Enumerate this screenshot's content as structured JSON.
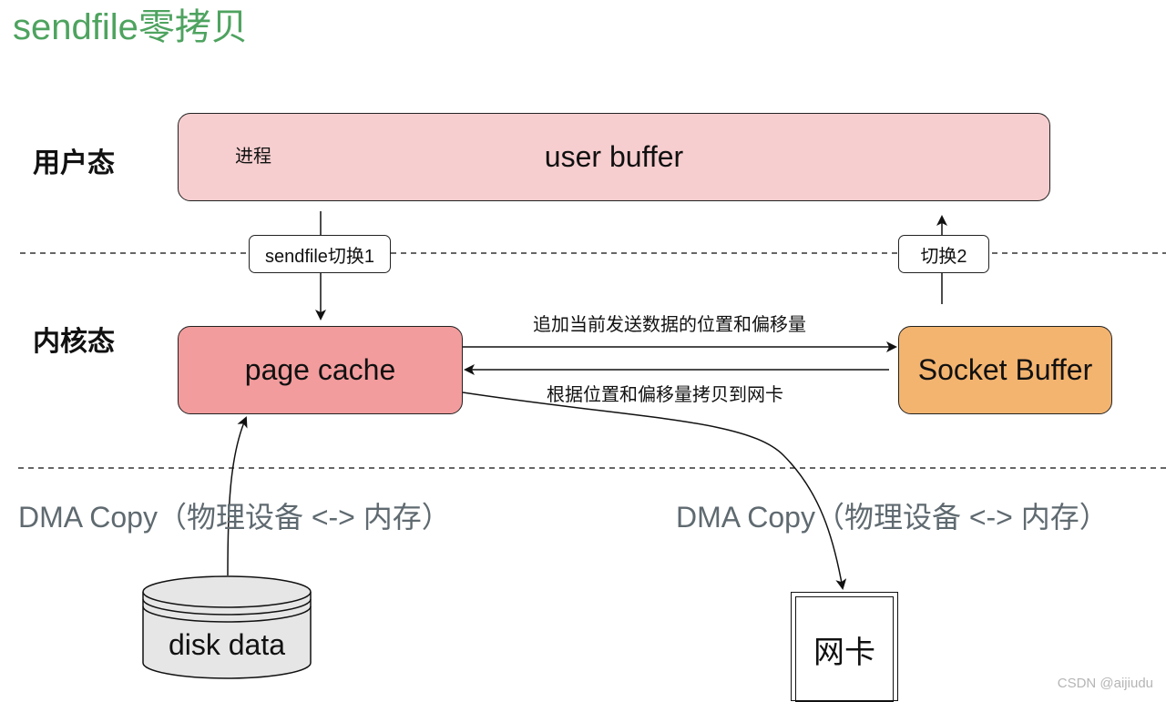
{
  "title": "sendfile零拷贝",
  "zones": {
    "user_mode": "用户态",
    "kernel_mode": "内核态"
  },
  "nodes": {
    "user_buffer": {
      "label": "user buffer",
      "sublabel": "进程",
      "color": "#f7cecf"
    },
    "page_cache": {
      "label": "page cache",
      "color": "#f29c9d"
    },
    "socket_buffer": {
      "label": "Socket Buffer",
      "color": "#f3b470"
    },
    "disk": {
      "label": "disk data",
      "color": "#e6e6e6"
    },
    "nic": {
      "label": "网卡"
    }
  },
  "edges": {
    "switch1": "sendfile切换1",
    "switch2": "切换2",
    "append_offset": "追加当前发送数据的位置和偏移量",
    "copy_to_nic": "根据位置和偏移量拷贝到网卡"
  },
  "dma": {
    "left": "DMA Copy（物理设备 <-> 内存）",
    "right": "DMA Copy（物理设备 <-> 内存）"
  },
  "watermark": "CSDN @aijiudu"
}
